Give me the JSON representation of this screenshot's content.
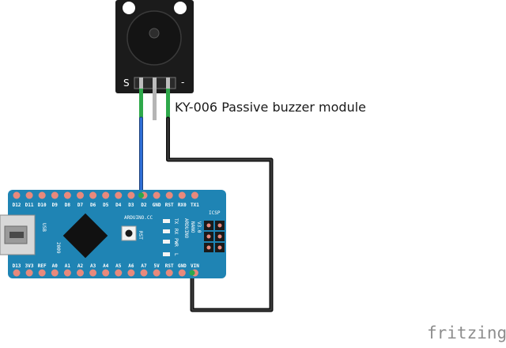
{
  "caption": "KY-006 Passive buzzer module",
  "buzzer": {
    "pin_s": "S",
    "pin_minus": "-"
  },
  "nano": {
    "top_pins": [
      "D12",
      "D11",
      "D10",
      "D9",
      "D8",
      "D7",
      "D6",
      "D5",
      "D4",
      "D3",
      "D2",
      "GND",
      "RST",
      "RX0",
      "TX1"
    ],
    "bottom_pins": [
      "D13",
      "3V3",
      "REF",
      "A0",
      "A1",
      "A2",
      "A3",
      "A4",
      "A5",
      "A6",
      "A7",
      "5V",
      "RST",
      "GND",
      "VIN"
    ],
    "brand": "ARDUINO.CC",
    "led_labels": [
      "TX",
      "RX",
      "PWR",
      "L"
    ],
    "reset_label": "RST",
    "board_name": [
      "ARDUINO",
      "NANO",
      "V3.0"
    ],
    "icsp": "ICSP",
    "usb_label": "USB",
    "year": "2009"
  },
  "watermark": "fritzing",
  "colors": {
    "board": "#1f84b4",
    "buzzer_body": "#1f1f1f",
    "wire_green": "#2ea84a",
    "wire_blue": "#1f5fc6",
    "wire_black": "#1a1a1a",
    "pad": "#e8897c"
  }
}
